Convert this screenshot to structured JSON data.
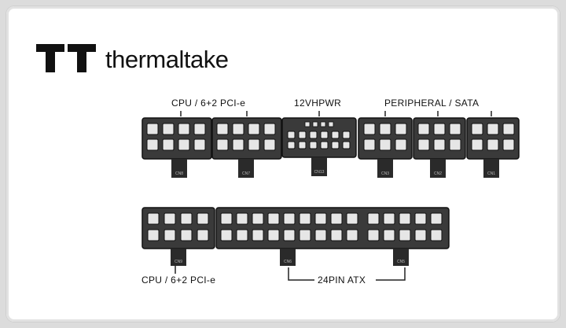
{
  "brand": {
    "name": "thermaltake"
  },
  "labels": {
    "top_cpu": "CPU / 6+2 PCI-e",
    "top_12v": "12VHPWR",
    "top_peripheral": "PERIPHERAL / SATA",
    "bottom_cpu": "CPU / 6+2 PCI-e",
    "bottom_atx": "24PIN ATX"
  },
  "colors": {
    "background": "#dcdcdc",
    "panel": "#ffffff",
    "connector_body": "#3a3a3a",
    "pin": "#e6e6e6"
  }
}
